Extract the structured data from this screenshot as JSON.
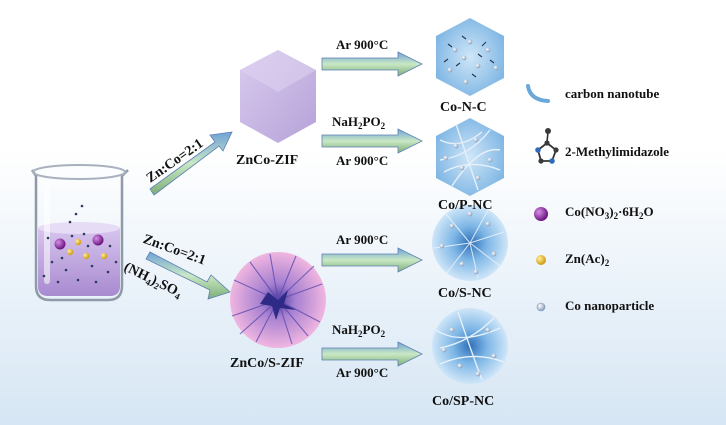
{
  "zif1": {
    "label": "ZnCo-ZIF",
    "color": "#c7b2e2"
  },
  "zif2": {
    "label": "ZnCo/S-ZIF",
    "color": "#e1a6d4"
  },
  "ratio_upper": "Zn:Co=2:1",
  "ratio_lower": "Zn:Co=2:1",
  "ammonium_sulfate": {
    "a": "(NH",
    "b": "4",
    "c": ")",
    "d": "2",
    "e": "SO",
    "f": "4"
  },
  "condition_ar": "Ar 900°C",
  "condition_phosphide": {
    "a": "NaH",
    "b": "2",
    "c": "PO",
    "d": "2"
  },
  "products": [
    {
      "label": "Co-N-C"
    },
    {
      "label": "Co/P-NC"
    },
    {
      "label": "Co/S-NC"
    },
    {
      "label": "Co/SP-NC"
    }
  ],
  "legend": {
    "cnt": "carbon nanotube",
    "mim": "2-Methylimidazole",
    "cobalt_nitrate": {
      "a": "Co(NO",
      "b": "3",
      "c": ")",
      "d": "2",
      "e": "·6H",
      "f": "2",
      "g": "O"
    },
    "zinc_acetate": {
      "a": "Zn(Ac)",
      "b": "2"
    },
    "co_np": "Co nanoparticle"
  },
  "colors": {
    "background_top": "#ffffff",
    "background_bottom": "#d6e6f4",
    "arrow": "#9ec3a6",
    "product_blue": "#8fc0e8",
    "co_salt": "#8e2ca3",
    "zn_salt": "#e8c23a",
    "co_np": "#e4ecf6",
    "cnt": "#6aa8da"
  }
}
